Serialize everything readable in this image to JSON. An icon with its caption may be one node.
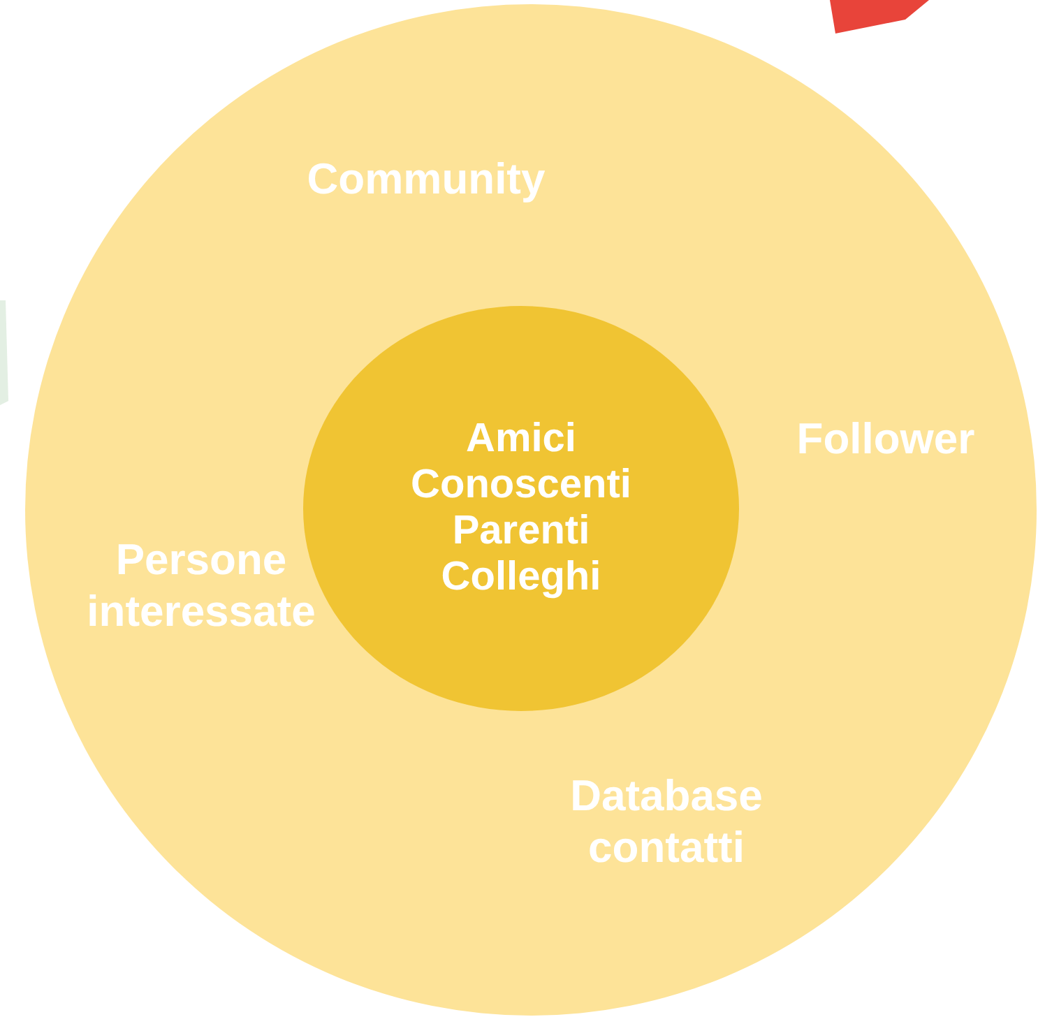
{
  "diagram": {
    "nodes": [
      {
        "text": [
          "Community",
          "Follower",
          "Persone interessate",
          "Database contatti"
        ]
      },
      {
        "text": [
          "Amici",
          "Conoscenti",
          "Parenti",
          "Colleghi"
        ],
        "in": 0
      }
    ]
  }
}
